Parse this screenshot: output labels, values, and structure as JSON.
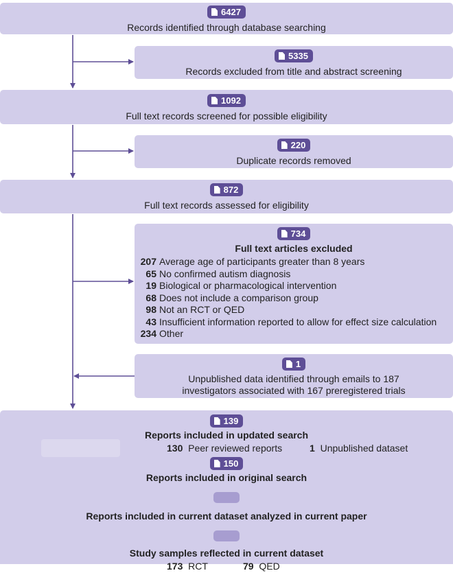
{
  "box1": {
    "count": "6427",
    "label": "Records identified through database searching"
  },
  "box2": {
    "count": "5335",
    "label": "Records excluded from title and  abstract screening"
  },
  "box3": {
    "count": "1092",
    "label": "Full text records screened for possible eligibility"
  },
  "box4": {
    "count": "220",
    "label": "Duplicate records removed"
  },
  "box5": {
    "count": "872",
    "label": "Full text records assessed for eligibility"
  },
  "box6": {
    "count": "734",
    "title": "Full text articles excluded",
    "items": [
      {
        "n": "207",
        "text": "Average age of participants greater than 8 years"
      },
      {
        "n": "65",
        "text": "No confirmed autism diagnosis"
      },
      {
        "n": "19",
        "text": "Biological or pharmacological intervention"
      },
      {
        "n": "68",
        "text": "Does not include a comparison group"
      },
      {
        "n": "98",
        "text": "Not an RCT or QED"
      },
      {
        "n": "43",
        "text": "Insufficient information reported to allow for effect size calculation"
      },
      {
        "n": "234",
        "text": "Other"
      }
    ]
  },
  "box7": {
    "count": "1",
    "line1": "Unpublished data identified through emails to 187",
    "line2": "investigators associated with 167 preregistered trials"
  },
  "box8": {
    "updated": {
      "count": "139",
      "title": "Reports included in updated search",
      "peer_n": "130",
      "peer_label": "Peer reviewed reports",
      "unpub_n": "1",
      "unpub_label": "Unpublished dataset"
    },
    "original": {
      "count": "150",
      "title": "Reports included in original search"
    },
    "current": {
      "title": "Reports included in current dataset analyzed in current paper"
    },
    "samples": {
      "title": "Study samples reflected in current dataset",
      "rct_n": "173",
      "rct_label": "RCT",
      "qed_n": "79",
      "qed_label": "QED"
    }
  },
  "colors": {
    "box": "#d2cdea",
    "badge": "#5e4e96",
    "arrow": "#5e4e96"
  }
}
